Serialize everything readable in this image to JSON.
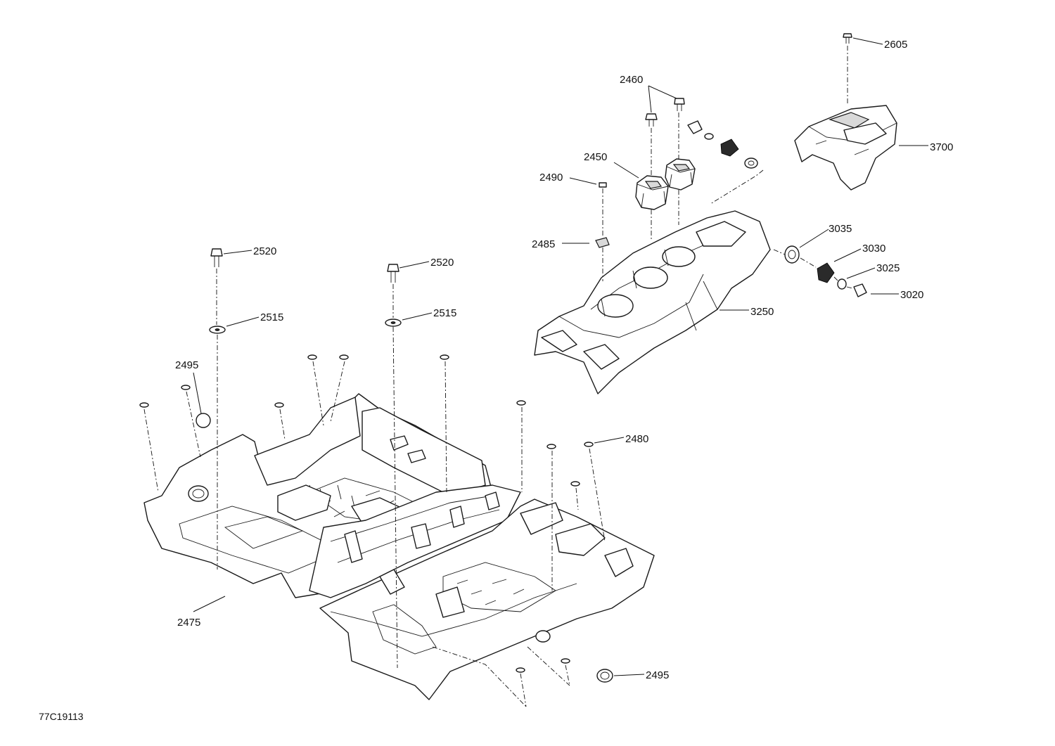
{
  "drawing_code": "77C19113",
  "callouts": [
    {
      "id": "c2605",
      "label": "2605"
    },
    {
      "id": "c2460",
      "label": "2460"
    },
    {
      "id": "c3700",
      "label": "3700"
    },
    {
      "id": "c2450",
      "label": "2450"
    },
    {
      "id": "c2490",
      "label": "2490"
    },
    {
      "id": "c2485",
      "label": "2485"
    },
    {
      "id": "c3035",
      "label": "3035"
    },
    {
      "id": "c3030",
      "label": "3030"
    },
    {
      "id": "c3025",
      "label": "3025"
    },
    {
      "id": "c3020",
      "label": "3020"
    },
    {
      "id": "c3250",
      "label": "3250"
    },
    {
      "id": "c2520a",
      "label": "2520"
    },
    {
      "id": "c2520b",
      "label": "2520"
    },
    {
      "id": "c2515a",
      "label": "2515"
    },
    {
      "id": "c2515b",
      "label": "2515"
    },
    {
      "id": "c2495a",
      "label": "2495"
    },
    {
      "id": "c2480",
      "label": "2480"
    },
    {
      "id": "c2475",
      "label": "2475"
    },
    {
      "id": "c2495b",
      "label": "2495"
    }
  ]
}
